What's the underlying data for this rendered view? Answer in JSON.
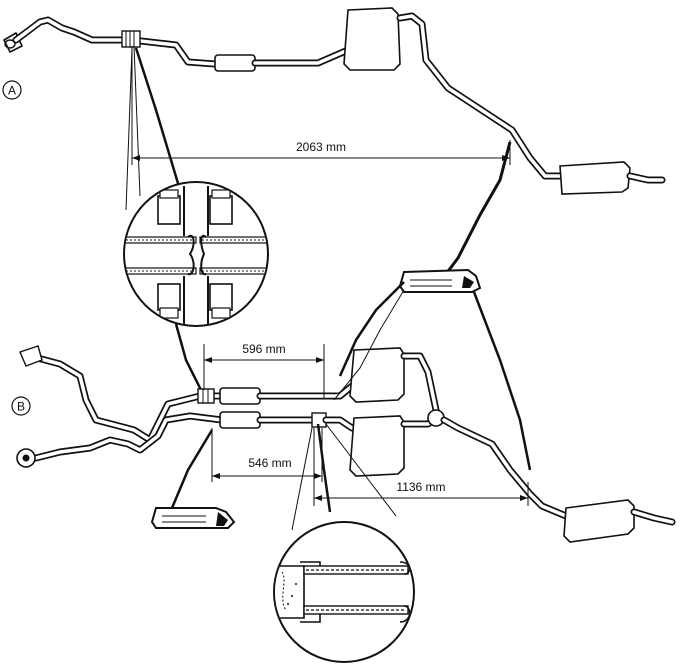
{
  "labels": {
    "assembly_a": "A",
    "assembly_b": "B"
  },
  "dimensions": {
    "a_overall": "2063 mm",
    "b_upper": "596 mm",
    "b_lower": "546 mm",
    "b_rear": "1136 mm"
  }
}
